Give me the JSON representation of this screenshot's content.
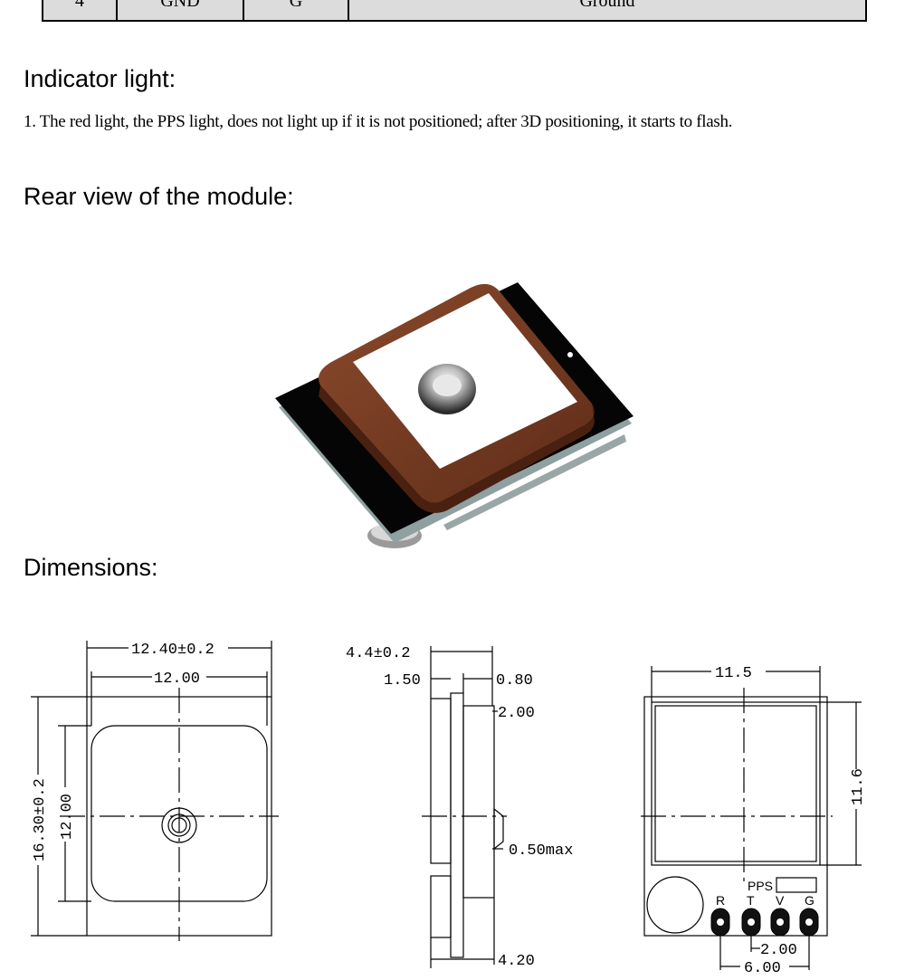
{
  "table_fragment": {
    "row": [
      "4",
      "GND",
      "G",
      "Ground"
    ]
  },
  "sections": {
    "indicator_heading": "Indicator light:",
    "indicator_text": "1. The red light, the PPS light, does not light up if it is not positioned; after 3D positioning, it starts to flash.",
    "rear_heading": "Rear view of the module:",
    "dimensions_heading": "Dimensions:"
  },
  "dimensions": {
    "top_view": {
      "outer_width": "12.40±0.2",
      "inner_width": "12.00",
      "outer_height": "16.30±0.2",
      "inner_height": "12.00"
    },
    "side_view": {
      "total_thickness": "4.4±0.2",
      "antenna_thickness": "1.50",
      "pcb_thickness": "0.80",
      "offset": "2.00",
      "connector": "0.50max",
      "bottom": "4.20"
    },
    "bottom_view": {
      "width": "11.5",
      "height": "11.6",
      "pps_label": "PPS",
      "pins": [
        "R",
        "T",
        "V",
        "G"
      ],
      "pin_pitch": "2.00",
      "pin_span": "6.00"
    }
  }
}
